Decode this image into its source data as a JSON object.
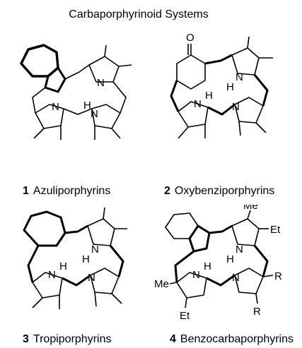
{
  "title": "Carbaporphyrinoid Systems",
  "compounds": [
    {
      "number": "1",
      "name": "Azuliporphyrins"
    },
    {
      "number": "2",
      "name": "Oxybenziporphyrins"
    },
    {
      "number": "3",
      "name": "Tropiporphyrins"
    },
    {
      "number": "4",
      "name": "Benzocarbaporphyrins"
    }
  ],
  "atom_labels": {
    "N": "N",
    "H": "H",
    "O": "O"
  },
  "substituents": {
    "Me": "Me",
    "Et": "Et",
    "R": "R"
  }
}
